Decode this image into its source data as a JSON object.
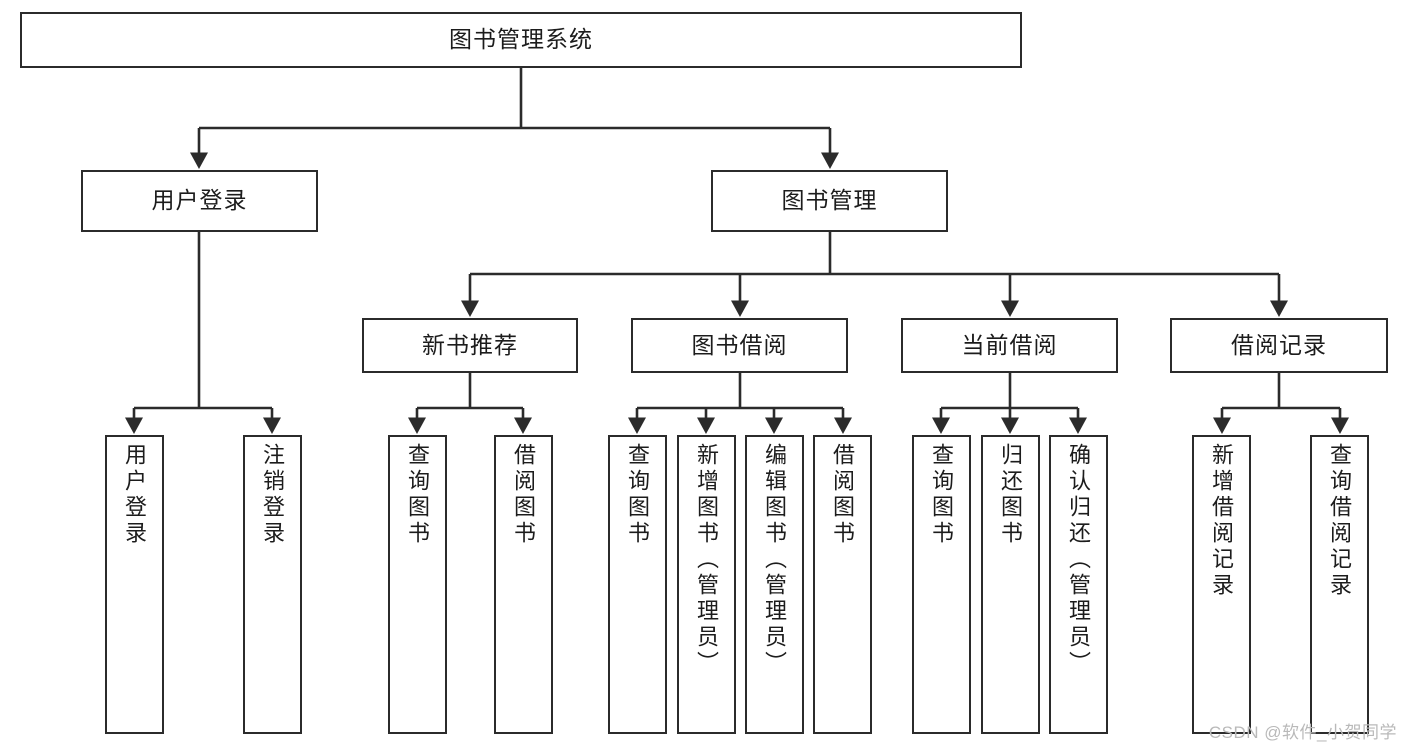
{
  "diagram": {
    "type": "tree-hierarchy",
    "title": "图书管理系统",
    "watermark": "CSDN @软件_小贺同学",
    "colors": {
      "border": "#2b2b2b",
      "background": "#ffffff",
      "text": "#1c1c1c",
      "edge": "#2b2b2b",
      "watermark": "#b9b9b9"
    },
    "nodes": {
      "root": {
        "label": "图书管理系统"
      },
      "level2": [
        {
          "id": "user-login",
          "label": "用户登录"
        },
        {
          "id": "book-manage",
          "label": "图书管理"
        }
      ],
      "level3": [
        {
          "id": "new-book-recommend",
          "label": "新书推荐"
        },
        {
          "id": "book-borrow",
          "label": "图书借阅"
        },
        {
          "id": "current-borrow",
          "label": "当前借阅"
        },
        {
          "id": "borrow-record",
          "label": "借阅记录"
        }
      ],
      "leaves": {
        "user-login": [
          {
            "id": "leaf-user-login",
            "label": "用户登录"
          },
          {
            "id": "leaf-logout-login",
            "label": "注销登录"
          }
        ],
        "new-book-recommend": [
          {
            "id": "leaf-query-book-1",
            "label": "查询图书"
          },
          {
            "id": "leaf-borrow-book-1",
            "label": "借阅图书"
          }
        ],
        "book-borrow": [
          {
            "id": "leaf-query-book-2",
            "label": "查询图书"
          },
          {
            "id": "leaf-add-book",
            "label": "新增图书（管理员）"
          },
          {
            "id": "leaf-edit-book",
            "label": "编辑图书（管理员）"
          },
          {
            "id": "leaf-borrow-book-2",
            "label": "借阅图书"
          }
        ],
        "current-borrow": [
          {
            "id": "leaf-query-book-3",
            "label": "查询图书"
          },
          {
            "id": "leaf-return-book",
            "label": "归还图书"
          },
          {
            "id": "leaf-confirm-return",
            "label": "确认归还（管理员）"
          }
        ],
        "borrow-record": [
          {
            "id": "leaf-add-record",
            "label": "新增借阅记录"
          },
          {
            "id": "leaf-query-record",
            "label": "查询借阅记录"
          }
        ]
      }
    }
  }
}
